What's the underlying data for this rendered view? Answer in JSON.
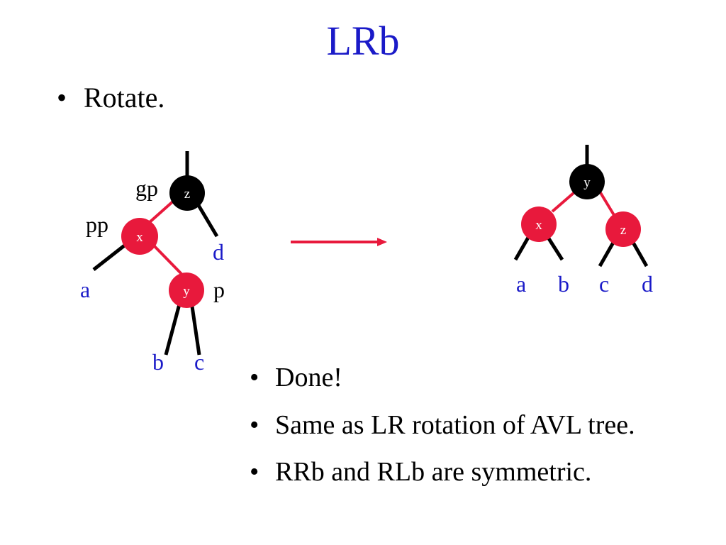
{
  "slide": {
    "title": "LRb",
    "bullets_top": [
      {
        "symbol": "•",
        "text": "Rotate."
      }
    ],
    "bullets_bottom": [
      {
        "symbol": "•",
        "text": "Done!"
      },
      {
        "symbol": "•",
        "text": "Same as LR rotation of AVL tree."
      },
      {
        "symbol": "•",
        "text": "RRb and RLb are symmetric."
      }
    ]
  },
  "before_tree": {
    "nodes": {
      "z": "z",
      "x": "x",
      "y": "y"
    },
    "node_colors": {
      "z": "black",
      "x": "red",
      "y": "red"
    },
    "role_labels": {
      "gp": "gp",
      "pp": "pp",
      "p": "p"
    },
    "subtree_labels": {
      "a": "a",
      "b": "b",
      "c": "c",
      "d": "d"
    }
  },
  "after_tree": {
    "nodes": {
      "y": "y",
      "x": "x",
      "z": "z"
    },
    "node_colors": {
      "y": "black",
      "x": "red",
      "z": "red"
    },
    "subtree_labels": {
      "a": "a",
      "b": "b",
      "c": "c",
      "d": "d"
    }
  },
  "colors": {
    "title": "#1a1ac8",
    "label_blue": "#1a1ac8",
    "red_node": "#e8193c",
    "red_edge": "#e8193c",
    "black_node": "#000000",
    "arrow": "#e8193c"
  }
}
